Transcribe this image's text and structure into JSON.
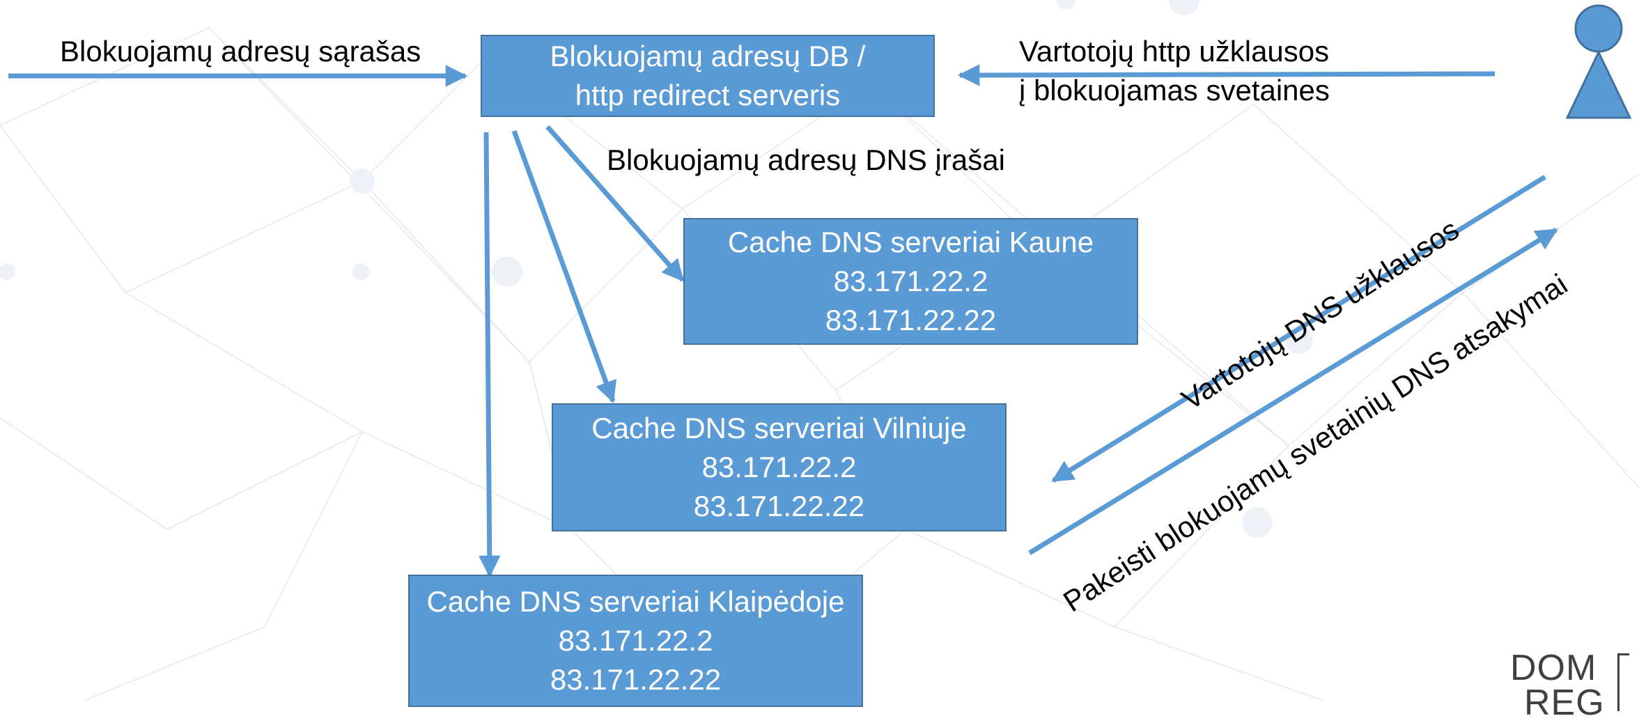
{
  "labels": {
    "blocked_list": "Blokuojamų adresų sąrašas",
    "user_http_1": "Vartotojų http užklausos",
    "user_http_2": "į blokuojamas svetaines",
    "dns_records": "Blokuojamų adresų DNS įrašai",
    "user_dns_queries": "Vartotojų DNS užklausos",
    "changed_dns_answers": "Pakeisti blokuojamų svetainių DNS atsakymai"
  },
  "db_box": {
    "line1": "Blokuojamų adresų DB /",
    "line2": "http redirect serveris"
  },
  "dns_boxes": {
    "kaunas": {
      "title": "Cache DNS serveriai Kaune",
      "ip1": "83.171.22.2",
      "ip2": "83.171.22.22"
    },
    "vilnius": {
      "title": "Cache DNS serveriai Vilniuje",
      "ip1": "83.171.22.2",
      "ip2": "83.171.22.22"
    },
    "klaipeda": {
      "title": "Cache DNS serveriai Klaipėdoje",
      "ip1": "83.171.22.2",
      "ip2": "83.171.22.22"
    }
  },
  "logo": {
    "line1": "DOM",
    "line2": "REG"
  },
  "colors": {
    "box_fill": "#5b9bd5",
    "box_border": "#41719c",
    "arrow": "#5b9bd5",
    "text": "#000000"
  },
  "icons": {
    "user": "person-figure-icon"
  }
}
